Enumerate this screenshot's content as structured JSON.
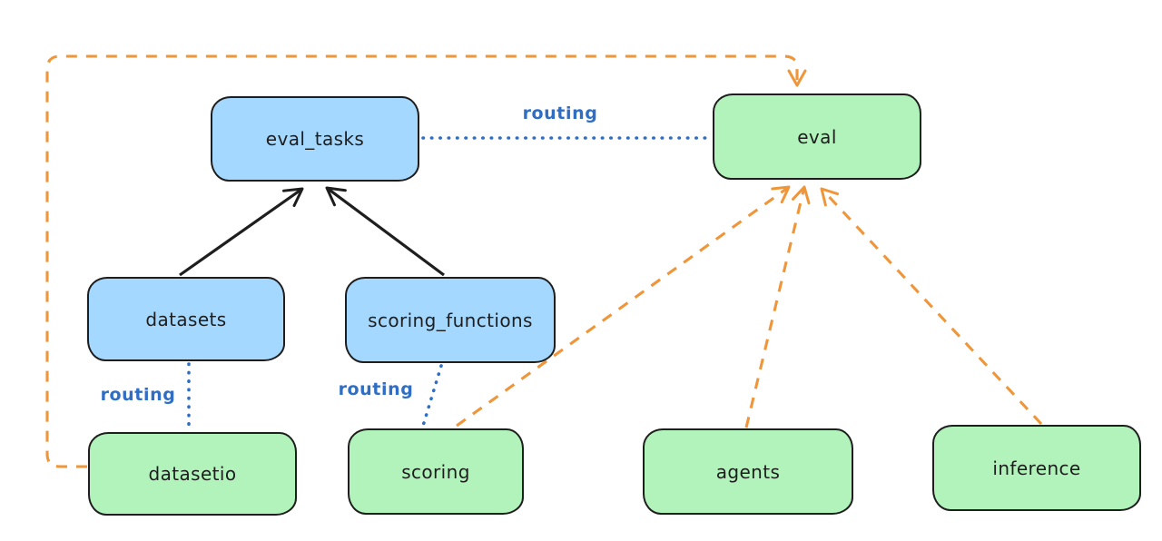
{
  "diagram": {
    "title": "provider routing diagram",
    "background": "#ffffff"
  },
  "palette": {
    "node_stroke": "#1e1e1e",
    "registry_fill_blue": "#a5d8ff",
    "api_fill_green": "#b2f2bb",
    "routing_blue": "#2f6ec4",
    "dashed_orange": "#ef963a",
    "solid_black": "#1e1e1e",
    "text_color": "#1e1e1e"
  },
  "nodes": [
    {
      "id": "eval_tasks",
      "label": "eval_tasks",
      "fill": "blue"
    },
    {
      "id": "eval",
      "label": "eval",
      "fill": "green"
    },
    {
      "id": "datasets",
      "label": "datasets",
      "fill": "blue"
    },
    {
      "id": "scoring_functions",
      "label": "scoring_functions",
      "fill": "blue"
    },
    {
      "id": "datasetio",
      "label": "datasetio",
      "fill": "green"
    },
    {
      "id": "scoring",
      "label": "scoring",
      "fill": "green"
    },
    {
      "id": "agents",
      "label": "agents",
      "fill": "green"
    },
    {
      "id": "inference",
      "label": "inference",
      "fill": "green"
    }
  ],
  "edges": [
    {
      "from": "datasets",
      "to": "eval_tasks",
      "style": "solid",
      "color": "black",
      "arrow": true,
      "label": ""
    },
    {
      "from": "scoring_functions",
      "to": "eval_tasks",
      "style": "solid",
      "color": "black",
      "arrow": true,
      "label": ""
    },
    {
      "from": "eval_tasks",
      "to": "eval",
      "style": "dotted",
      "color": "blue",
      "arrow": false,
      "label": "routing"
    },
    {
      "from": "datasets",
      "to": "datasetio",
      "style": "dotted",
      "color": "blue",
      "arrow": false,
      "label": "routing"
    },
    {
      "from": "scoring_functions",
      "to": "scoring",
      "style": "dotted",
      "color": "blue",
      "arrow": false,
      "label": "routing"
    },
    {
      "from": "datasetio",
      "to": "eval",
      "style": "dashed",
      "color": "orange",
      "arrow": true,
      "label": ""
    },
    {
      "from": "scoring",
      "to": "eval",
      "style": "dashed",
      "color": "orange",
      "arrow": true,
      "label": ""
    },
    {
      "from": "agents",
      "to": "eval",
      "style": "dashed",
      "color": "orange",
      "arrow": true,
      "label": ""
    },
    {
      "from": "inference",
      "to": "eval",
      "style": "dashed",
      "color": "orange",
      "arrow": true,
      "label": ""
    }
  ]
}
